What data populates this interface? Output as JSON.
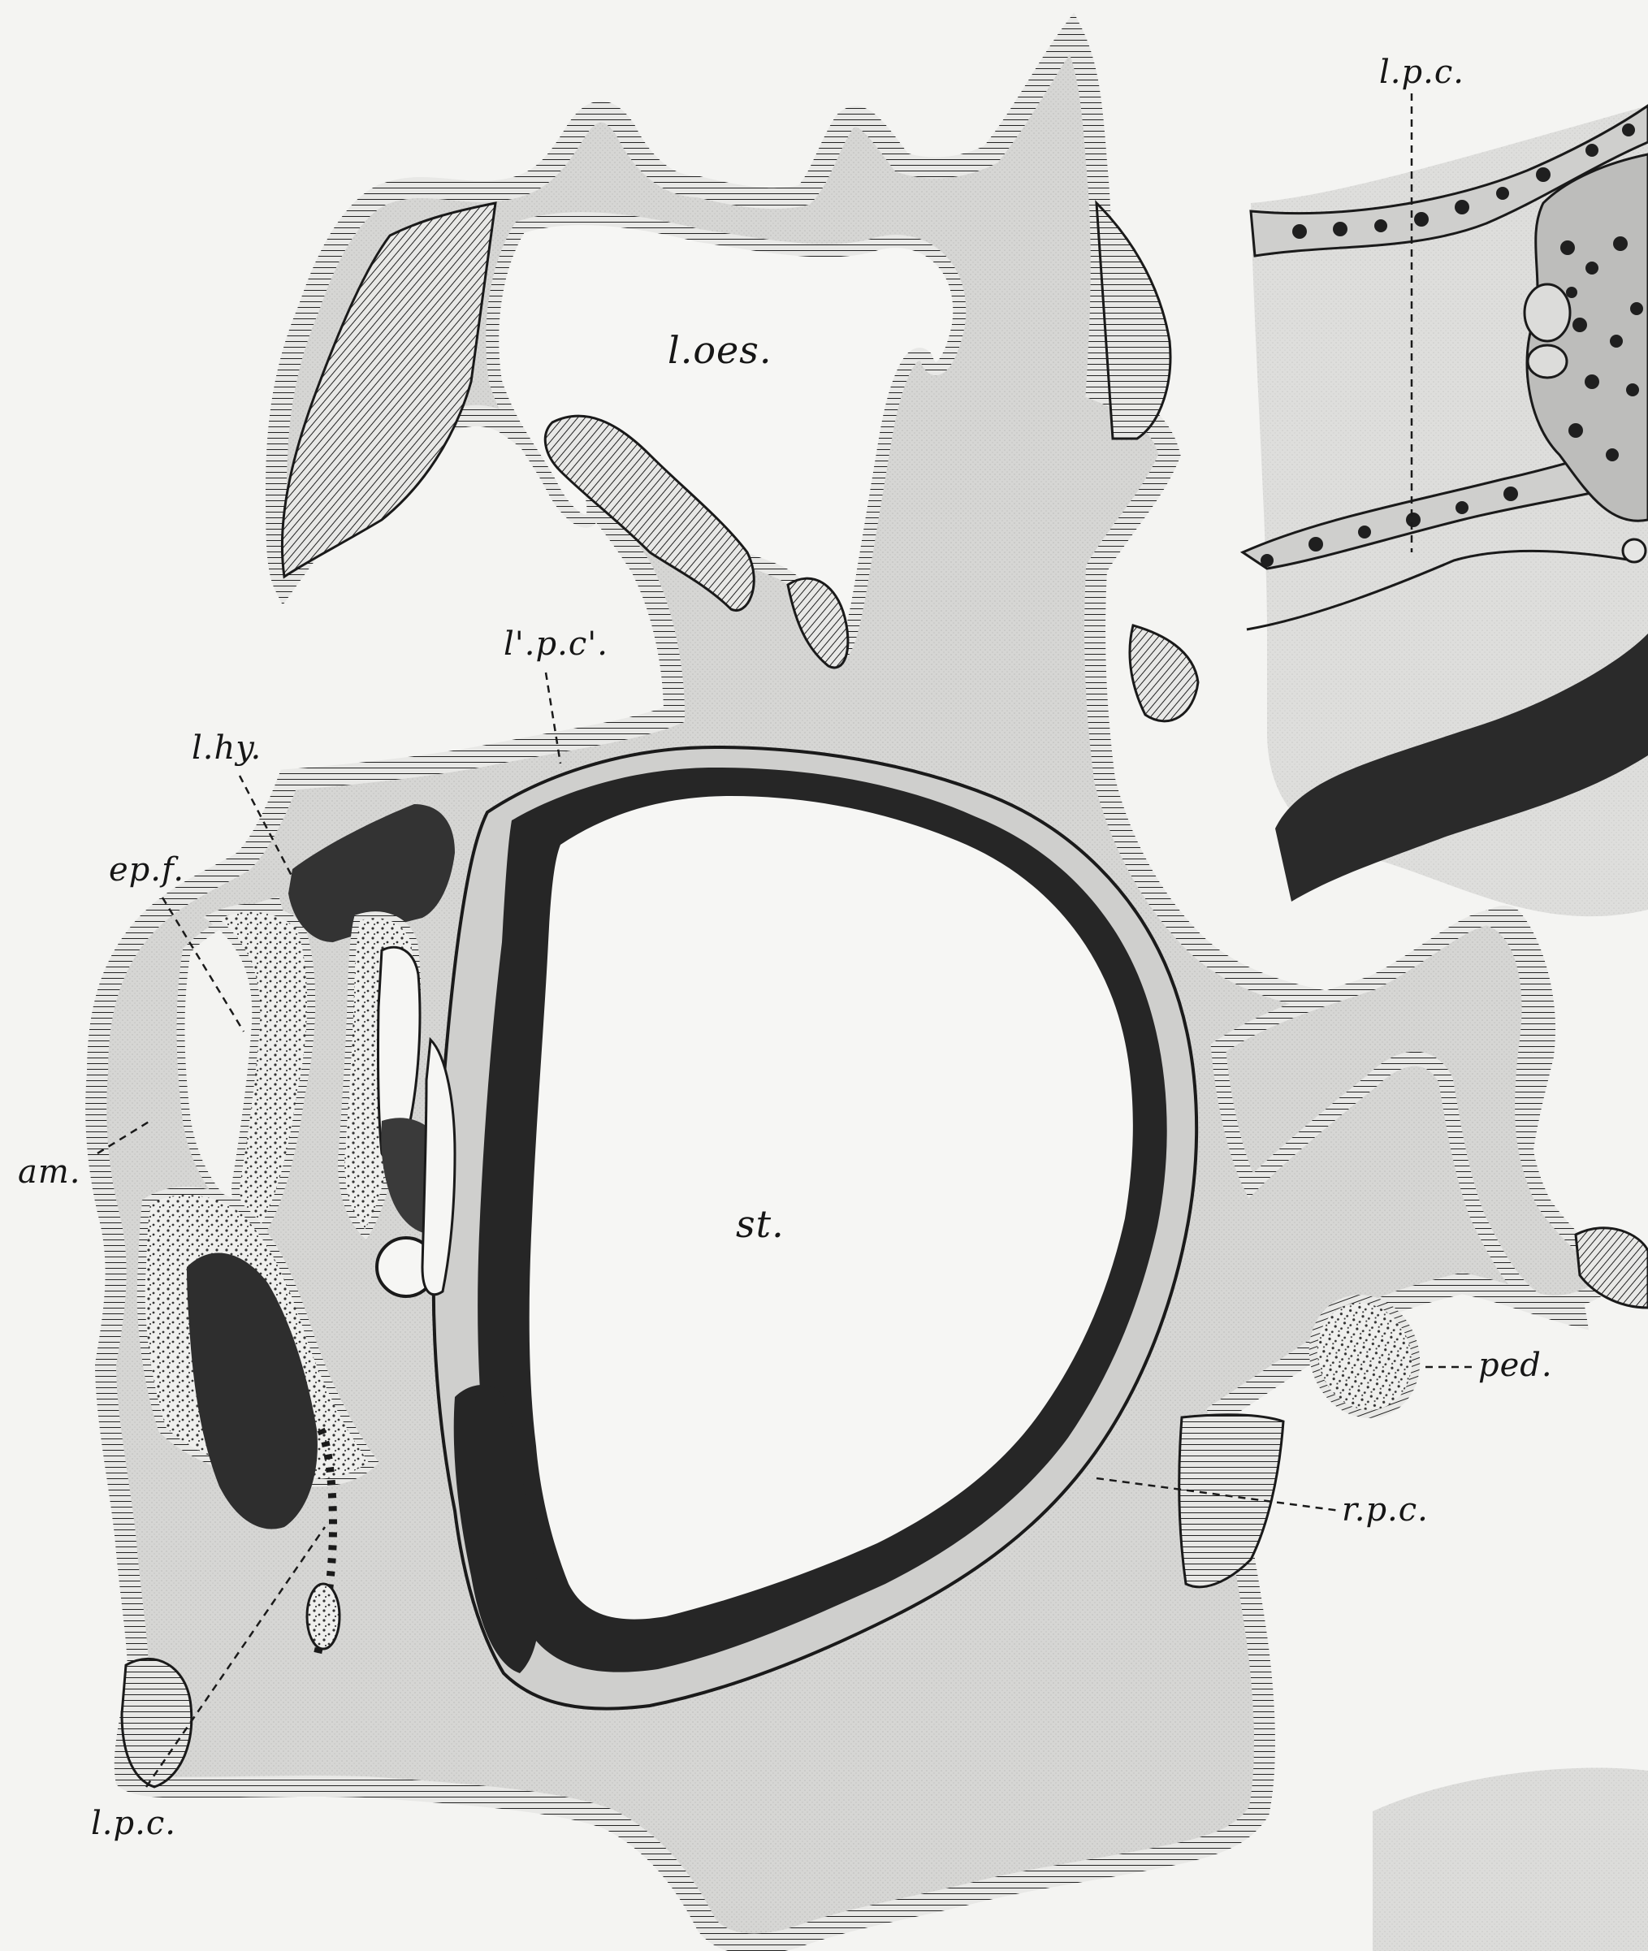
{
  "figure": {
    "labels": {
      "l_oes": "l.oes.",
      "st": "st.",
      "l_p_c_top": "l.p.c.",
      "l_p_c_prime": "l'.p.c'.",
      "l_hy": "l.hy.",
      "ep_f": "ep.f.",
      "am": "am.",
      "ped": "ped.",
      "r_p_c": "r.p.c.",
      "l_p_c_bottom": "l.p.c."
    },
    "colors": {
      "paper": "#f4f4f2",
      "tissue": "#d9d9d7",
      "ink": "#1a1a1a",
      "dark_mass": "#2b2b2b",
      "yolk": "#ececec"
    }
  }
}
